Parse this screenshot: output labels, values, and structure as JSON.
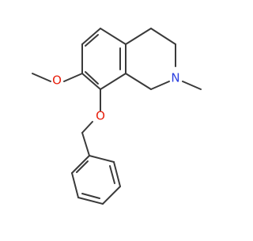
{
  "diagram": {
    "type": "chemical-structure",
    "atom_colors": {
      "carbon_bond": "#3a3a3a",
      "oxygen": "#e8200d",
      "nitrogen": "#2b3fe0"
    },
    "atoms": {
      "methoxy_oxygen": "O",
      "ring_nitrogen": "N",
      "benzyloxy_oxygen": "O"
    }
  }
}
